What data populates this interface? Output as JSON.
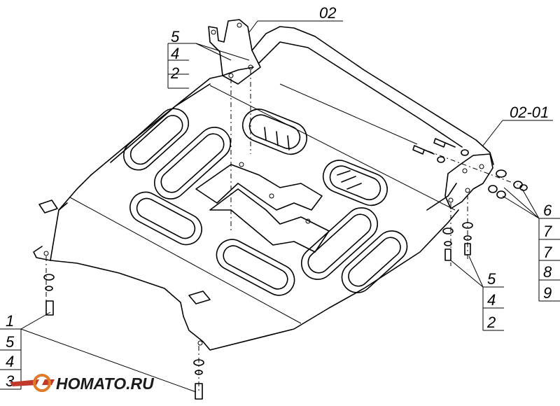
{
  "labels": {
    "top_part": "02",
    "top_stack": [
      "5",
      "4",
      "2"
    ],
    "right_part": "02-01",
    "right_stack": [
      "6",
      "7",
      "7",
      "8",
      "9"
    ],
    "mid_right_stack": [
      "5",
      "4",
      "2"
    ],
    "left_stack": [
      "1",
      "5",
      "4",
      "3"
    ]
  },
  "logo": {
    "text": "HOMATO.RU",
    "colors": {
      "wing": "#c0392b",
      "ring": "#e07b2a",
      "text": "#1a1a1a"
    }
  }
}
